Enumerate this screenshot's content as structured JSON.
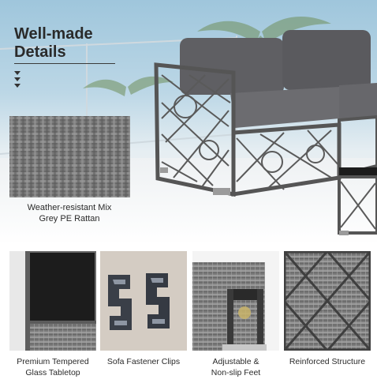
{
  "headline": "Well-made\nDetails",
  "features": [
    {
      "caption": "Weather-resistant Mix\nGrey PE Rattan"
    },
    {
      "caption": "Premium Tempered\nGlass Tabletop"
    },
    {
      "caption": "Sofa Fastener Clips"
    },
    {
      "caption": "Adjustable &\nNon-slip Feet"
    },
    {
      "caption": "Reinforced Structure"
    }
  ],
  "colors": {
    "rattan": "#555555",
    "cushion": "#5f5f63",
    "sky": "#9fc6dc",
    "glass": "#1c1c1c",
    "text": "#2a2a2a"
  },
  "icons": [
    "chevron-down-icon",
    "chevron-down-icon",
    "chevron-down-icon"
  ]
}
